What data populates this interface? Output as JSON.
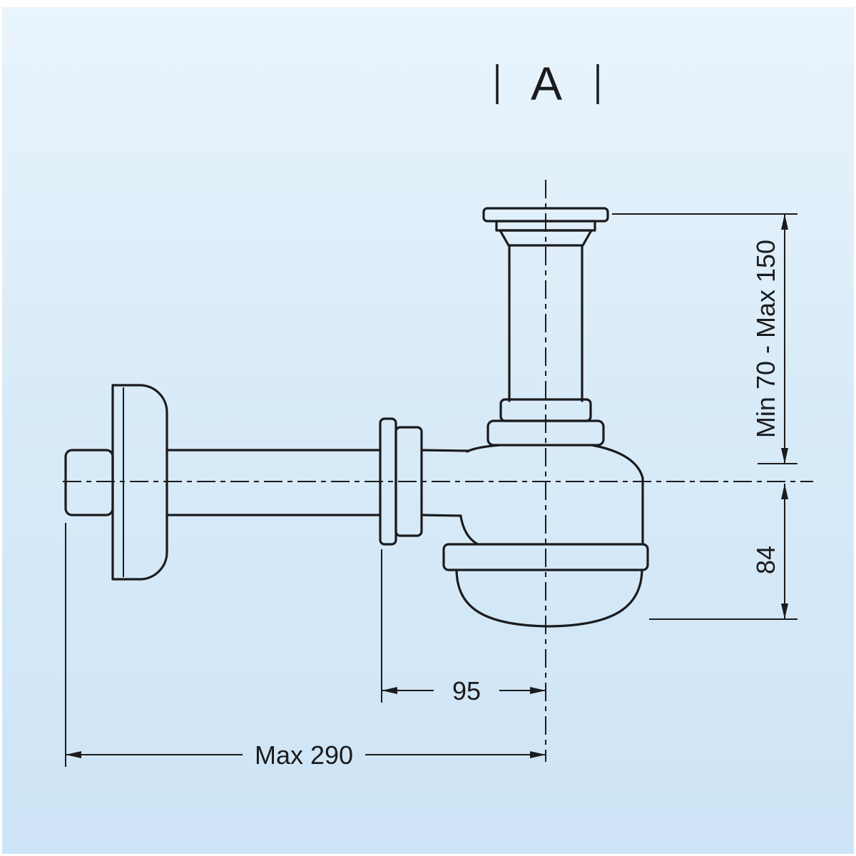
{
  "drawing": {
    "title": "bottle-trap-technical-drawing",
    "section_label": "A",
    "dim_height_adjustable": "Min 70 - Max 150",
    "dim_height_body": "84",
    "dim_width_inner": "95",
    "dim_width_overall": "Max 290"
  },
  "colors": {
    "background_top": "#e9f4fc",
    "background_bottom": "#cde4f6",
    "line": "#1b1b1d"
  }
}
